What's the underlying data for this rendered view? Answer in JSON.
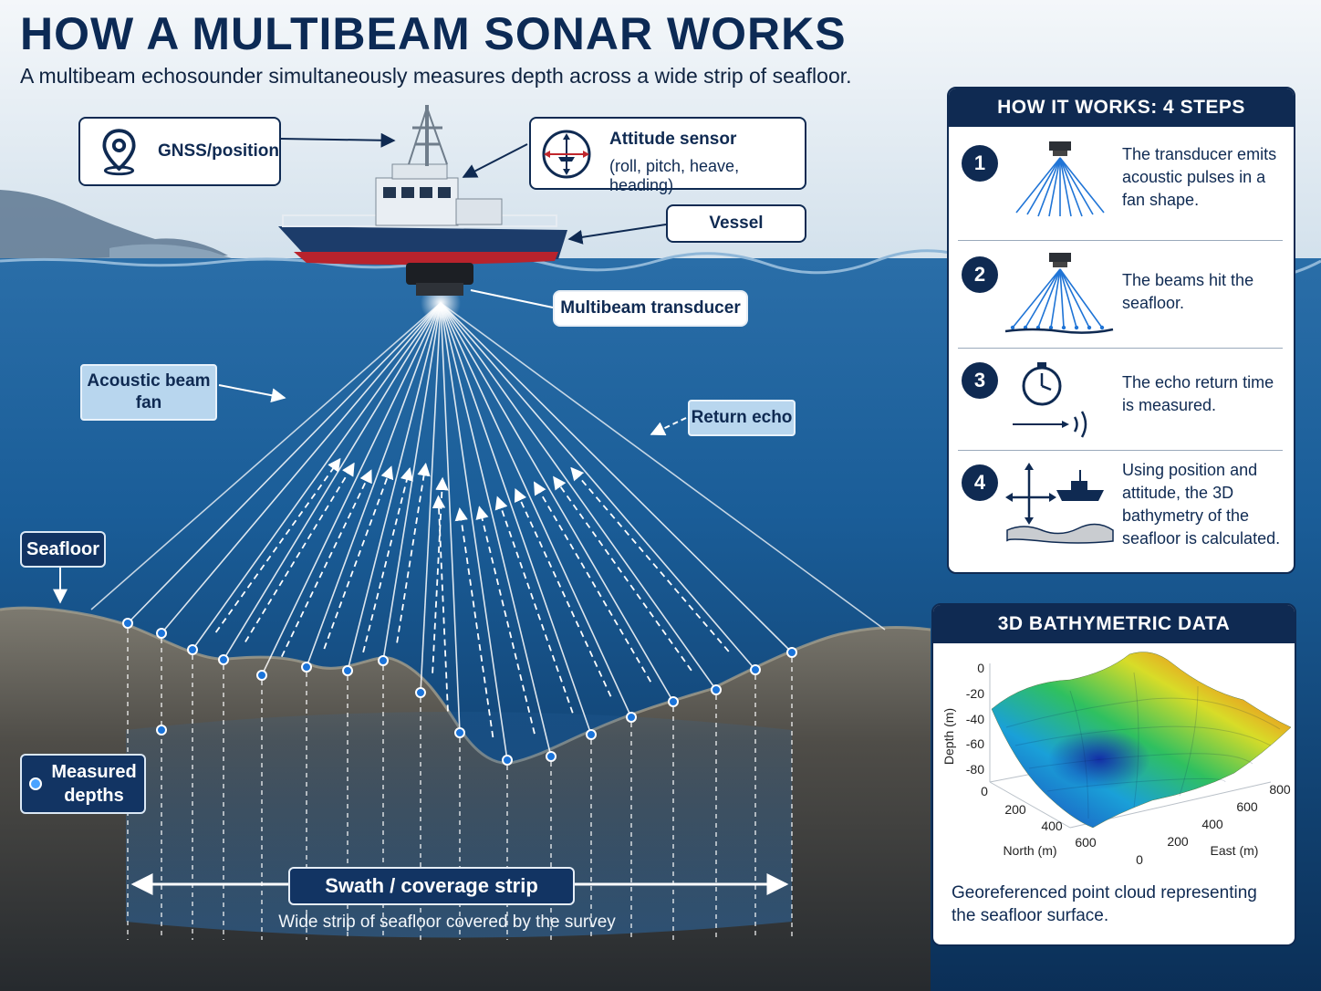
{
  "header": {
    "title": "HOW A MULTIBEAM SONAR WORKS",
    "subtitle": "A multibeam echosounder simultaneously measures depth across a wide strip of seafloor."
  },
  "labels": {
    "gnss": "GNSS/position",
    "attitude_title": "Attitude sensor",
    "attitude_detail": "(roll, pitch, heave, heading)",
    "vessel": "Vessel",
    "transducer": "Multibeam transducer",
    "beam_fan_line1": "Acoustic beam",
    "beam_fan_line2": "fan",
    "return_echo": "Return echo",
    "seafloor": "Seafloor",
    "measured_line1": "Measured",
    "measured_line2": "depths",
    "swath": "Swath / coverage strip",
    "swath_desc": "Wide strip of seafloor covered by the survey"
  },
  "steps_panel": {
    "title": "HOW IT WORKS: 4 STEPS",
    "steps": [
      {
        "num": "1",
        "text": "The transducer emits acoustic pulses in a fan shape."
      },
      {
        "num": "2",
        "text": "The beams hit the seafloor."
      },
      {
        "num": "3",
        "text": "The echo return time is measured."
      },
      {
        "num": "4",
        "text": "Using position and attitude, the 3D bathymetry of the seafloor is calculated."
      }
    ]
  },
  "bathy_panel": {
    "title": "3D BATHYMETRIC DATA",
    "caption": "Georeferenced point cloud representing the seafloor surface.",
    "depth_axis_label": "Depth (m)",
    "depth_ticks": [
      "0",
      "-20",
      "-40",
      "-60",
      "-80"
    ],
    "north_axis_label": "North (m)",
    "north_ticks": [
      "0",
      "200",
      "400",
      "600"
    ],
    "east_axis_label": "East (m)",
    "east_ticks": [
      "0",
      "200",
      "400",
      "600",
      "800"
    ]
  },
  "colors": {
    "navy": "#0f2a52",
    "sky": "#e3edf4",
    "water_deep": "#0d3660",
    "beam": "#ffffff",
    "depth_point": "#1a73d9"
  }
}
